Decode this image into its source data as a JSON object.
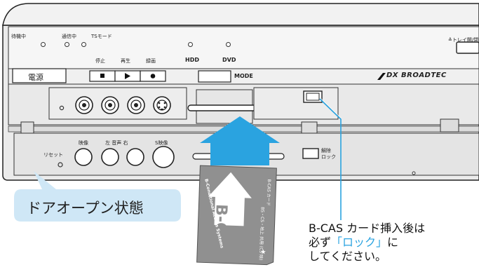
{
  "panel": {
    "status_labels": {
      "standby": "待機中",
      "comm": "通信中",
      "ts_mode": "TSモード"
    },
    "tray_label": "≙トレイ開/閉",
    "transport_labels": {
      "stop": "停止",
      "play": "再生",
      "record": "録画"
    },
    "hdd_label": "HDD",
    "dvd_label": "DVD",
    "mode_label": "MODE",
    "power_label": "電源",
    "brand_text": "DX BROADTEC",
    "reset_label": "リセット",
    "video_label": "映像",
    "audio_label": "左 音声 右",
    "svideo_label": "S映像",
    "release_lock_label": "解除\nロック"
  },
  "card": {
    "logo": "B-CAS",
    "side_text": "B-Conditional Access Systems",
    "small_text": "B-CAS カード",
    "mark_text": "BS・CS・地上 共用 (CS 除)"
  },
  "callout": {
    "text": "ドアオープン状態"
  },
  "note": {
    "line1": "B-CAS カード挿入後は",
    "line2_pre": "必ず",
    "line2_hl": "「ロック」",
    "line2_post": "に",
    "line3": "してください。"
  },
  "colors": {
    "accent_blue": "#2aa3e0",
    "callout_bg": "#cfe7f6",
    "panel_bg": "#f4f4f4"
  }
}
